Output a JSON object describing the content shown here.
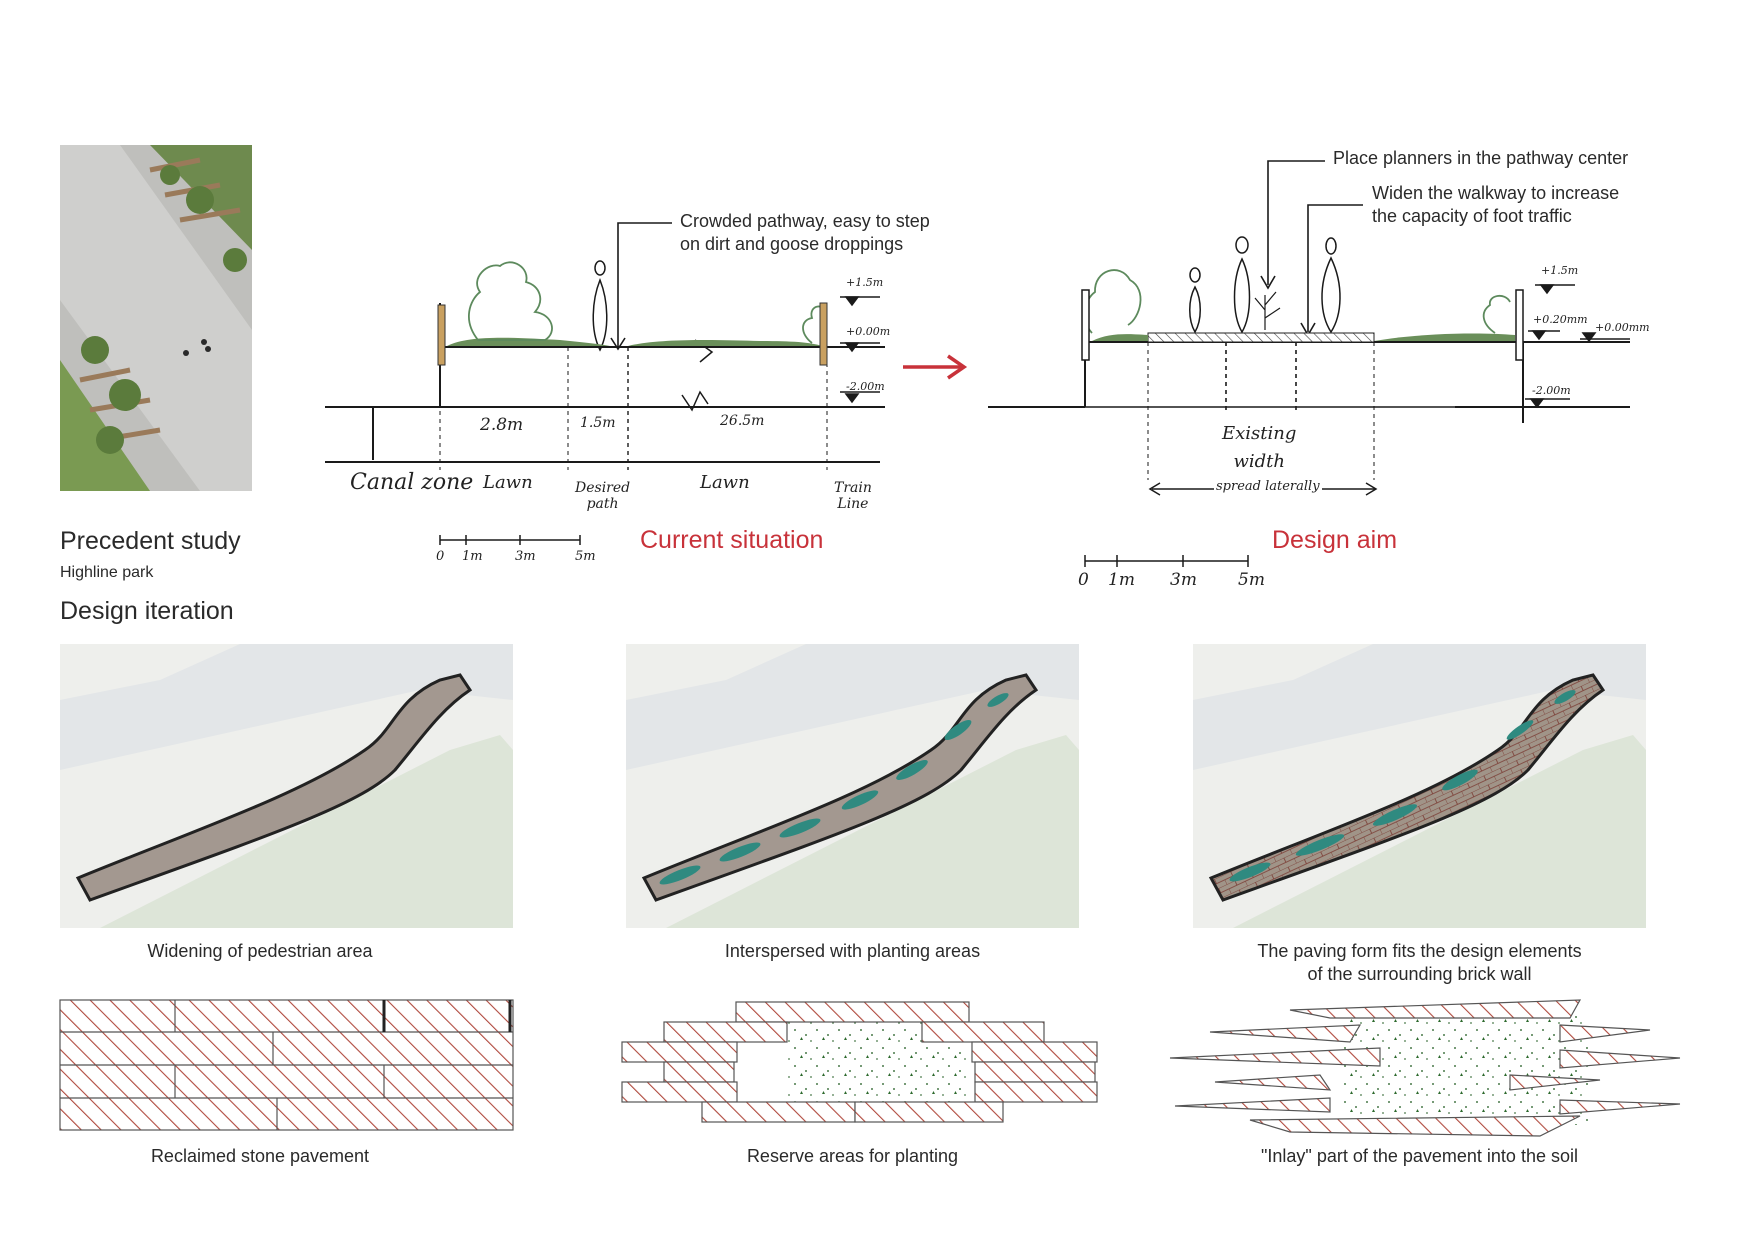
{
  "precedent": {
    "title": "Precedent study",
    "subtitle": "Highline park"
  },
  "iteration_title": "Design iteration",
  "current": {
    "title": "Current situation",
    "callout": "Crowded pathway, easy to step\non dirt and goose droppings",
    "levels": [
      "+1.5m",
      "+0.00m",
      "-2.00m"
    ],
    "dims": [
      "2.8m",
      "1.5m",
      "26.5m"
    ],
    "zones": [
      "Canal zone",
      "Lawn",
      "Desired\npath",
      "Lawn",
      "Train\nLine"
    ],
    "scale": [
      "0",
      "1m",
      "3m",
      "5m"
    ]
  },
  "design": {
    "title": "Design aim",
    "callout1": "Place planners in the pathway center",
    "callout2": "Widen the walkway to increase\nthe capacity of foot traffic",
    "levels": [
      "+1.5m",
      "+0.20mm",
      "+0.00mm",
      "-2.00m"
    ],
    "existing": "Existing\nwidth",
    "spread": "spread laterally",
    "scale": [
      "0",
      "1m",
      "3m",
      "5m"
    ]
  },
  "captions": {
    "plan1": "Widening of pedestrian area",
    "plan2": "Interspersed with planting areas",
    "plan3": "The paving form fits the design elements\nof the surrounding brick wall",
    "pat1": "Reclaimed stone pavement",
    "pat2": "Reserve areas for planting",
    "pat3": "\"Inlay\" part of the pavement into the soil"
  },
  "colors": {
    "accent_red": "#c8323a",
    "planting_teal": "#2f8a80",
    "hatch_red": "#b04a3e",
    "lawn_green": "#6a8f5a",
    "post_tan": "#c9a060"
  }
}
